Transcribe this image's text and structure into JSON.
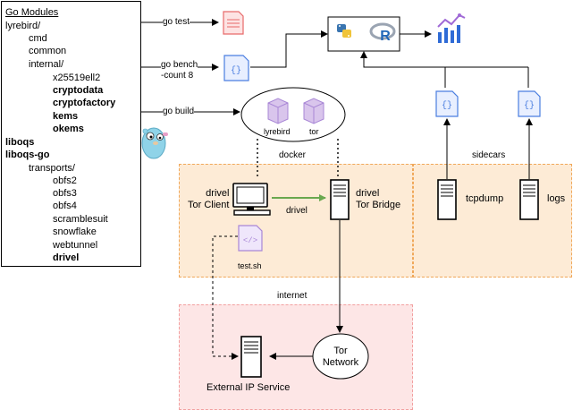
{
  "tree": {
    "title": "Go Modules",
    "items": [
      {
        "label": "lyrebird/",
        "bold": false
      },
      {
        "label": "cmd",
        "bold": false
      },
      {
        "label": "common",
        "bold": false
      },
      {
        "label": "internal/",
        "bold": false
      },
      {
        "label": "x25519ell2",
        "bold": false
      },
      {
        "label": "cryptodata",
        "bold": true
      },
      {
        "label": "cryptofactory",
        "bold": true
      },
      {
        "label": "kems",
        "bold": true
      },
      {
        "label": "okems",
        "bold": true
      },
      {
        "label": "liboqs",
        "bold": true
      },
      {
        "label": "liboqs-go",
        "bold": true
      },
      {
        "label": "transports/",
        "bold": false
      },
      {
        "label": "obfs2",
        "bold": false
      },
      {
        "label": "obfs3",
        "bold": false
      },
      {
        "label": "obfs4",
        "bold": false
      },
      {
        "label": "scramblesuit",
        "bold": false
      },
      {
        "label": "snowflake",
        "bold": false
      },
      {
        "label": "webtunnel",
        "bold": false
      },
      {
        "label": "drivel",
        "bold": true
      }
    ]
  },
  "edges": {
    "go_test": "go test",
    "go_bench": "go bench\n-count 8",
    "go_build": "go build",
    "drivel": "drivel"
  },
  "packages": {
    "lyrebird": "lyrebird",
    "tor": "tor"
  },
  "regions": {
    "docker": "docker",
    "sidecars": "sidecars",
    "internet": "internet"
  },
  "nodes": {
    "client": "drivel\nTor Client",
    "bridge": "drivel\nTor Bridge",
    "script": "test.sh",
    "tcpdump": "tcpdump",
    "logs": "logs",
    "tor_network": "Tor\nNetwork",
    "external": "External IP Service"
  },
  "colors": {
    "orange_fill": "#fdebd6",
    "pink_fill": "#fde6e6",
    "doc_red": "#e86a6a",
    "doc_blue": "#4a7ee0",
    "purple": "#a987d6",
    "green_arrow": "#6aa84f"
  },
  "icons": {
    "python": "python-icon",
    "r": "r-language-icon",
    "chart": "analytics-chart-icon"
  }
}
